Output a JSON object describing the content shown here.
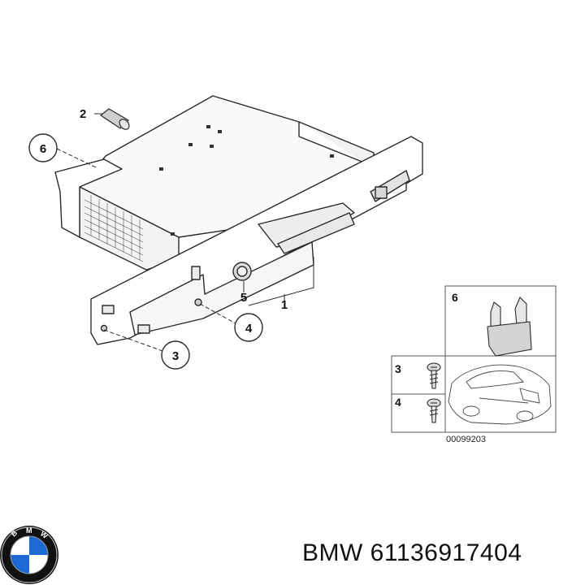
{
  "diagram": {
    "callouts": [
      "1",
      "2",
      "3",
      "4",
      "5",
      "6"
    ],
    "legend": {
      "items": [
        "6",
        "3",
        "4"
      ],
      "image_code": "00099203"
    }
  },
  "footer": {
    "brand": "BMW",
    "part_number": "61136917404",
    "logo_letters": [
      "B",
      "M",
      "W"
    ]
  },
  "colors": {
    "line": "#2a2a2a",
    "logo_blue": "#1c69d4",
    "logo_ring": "#111111"
  }
}
